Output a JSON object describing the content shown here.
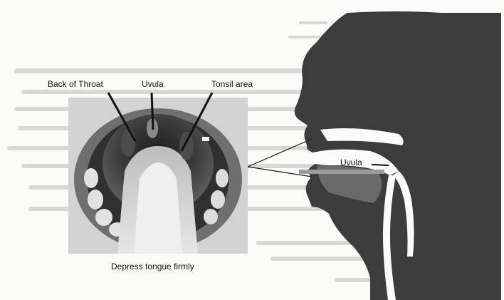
{
  "labels": {
    "back_of_throat": "Back of Throat",
    "uvula": "Uvula",
    "tonsil_area": "Tonsil area",
    "uvula_side": "Uvula",
    "caption": "Depress tongue firmly"
  },
  "colors": {
    "head_silhouette": "#3c3c3c",
    "mouth_photo_dark": "#2a2a2a",
    "mouth_photo_light": "#d8d8d8",
    "background": "#fbfbf9"
  }
}
